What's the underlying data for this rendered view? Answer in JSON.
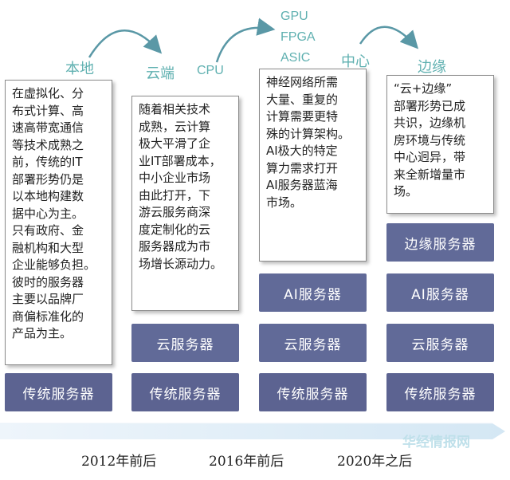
{
  "stages": {
    "local": "本地",
    "cloud": "云端",
    "center": "中心",
    "edge": "边缘"
  },
  "tech": {
    "cpu": "CPU",
    "gpu": "GPU",
    "fpga": "FPGA",
    "asic": "ASIC"
  },
  "descriptions": {
    "col1": "在虚拟化、分\n布式计算、高\n速高带宽通信\n等技术成熟之\n前，传统的IT\n部署形势仍是\n以本地构建数\n据中心为主。\n只有政府、金\n融机构和大型\n企业能够负担。\n彼时的服务器\n主要以品牌厂\n商偏标准化的\n产品为主。",
    "col2": "随着相关技术\n成熟，云计算\n极大平滑了企\n业IT部署成本，\n中小企业市场\n由此打开，下\n游云服务商深\n度定制化的云\n服务器成为市\n场增长源动力。",
    "col3": "神经网络所需\n大量、重复的\n计算需要更特\n殊的计算架构。\nAI极大的特定\n算力需求打开\nAI服务器蓝海\n市场。",
    "col4": "“云+边缘”\n部署形势已成\n共识，边缘机\n房环境与传统\n中心迥异，带\n来全新增量市\n场。"
  },
  "servers": {
    "traditional": "传统服务器",
    "cloud": "云服务器",
    "ai": "AI服务器",
    "edge": "边缘服务器"
  },
  "years": {
    "y2012": "2012年前后",
    "y2016": "2016年前后",
    "y2020": "2020年之后"
  },
  "watermark": "华经情报网",
  "colors": {
    "server_fill": "#5c6391",
    "label_teal": "#5fb0b0",
    "timeline": "#dbe9f5"
  }
}
